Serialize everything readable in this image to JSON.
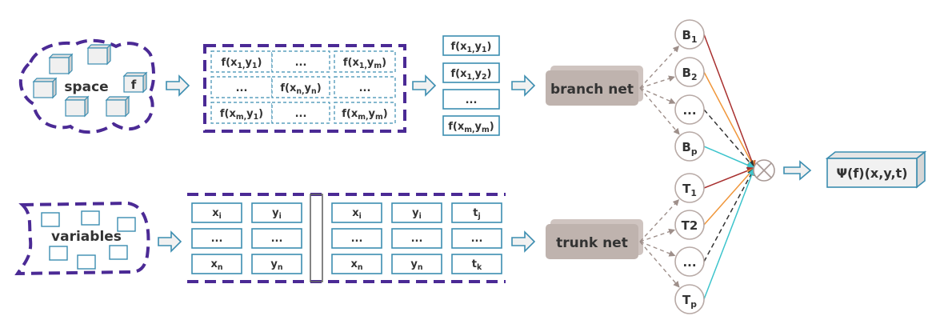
{
  "colors": {
    "cell_border": "#3b8db0",
    "dashed_frame": "#4b2a95",
    "net_fill": "#bfb3ae",
    "node_border": "#b8aaa6",
    "edge_red": "#a8302f",
    "edge_orange": "#f0963a",
    "edge_dark": "#333333",
    "edge_cyan": "#3cc4cc"
  },
  "space": {
    "label": "space",
    "f_label": "f"
  },
  "grid": {
    "rows": [
      [
        {
          "b": "f(x",
          "s1": "1,",
          "m": "y",
          "s2": "1",
          ")": ")"
        },
        {
          "b": "...",
          "s1": "",
          "m": "",
          "s2": "",
          ")": ""
        },
        {
          "b": "f(x",
          "s1": "1,",
          "m": "y",
          "s2": "m",
          ")": ")"
        }
      ],
      [
        {
          "b": "...",
          "s1": "",
          "m": "",
          "s2": "",
          ")": ""
        },
        {
          "b": "f(x",
          "s1": "n,",
          "m": "y",
          "s2": "n",
          ")": ")"
        },
        {
          "b": "...",
          "s1": "",
          "m": "",
          "s2": "",
          ")": ""
        }
      ],
      [
        {
          "b": "f(x",
          "s1": "m,",
          "m": "y",
          "s2": "1",
          ")": ")"
        },
        {
          "b": "...",
          "s1": "",
          "m": "",
          "s2": "",
          ")": ""
        },
        {
          "b": "f(x",
          "s1": "m,",
          "m": "y",
          "s2": "m",
          ")": ")"
        }
      ]
    ]
  },
  "vector": [
    {
      "b": "f(x",
      "s1": "1,",
      "m": "y",
      "s2": "1",
      ")": ")"
    },
    {
      "b": "f(x",
      "s1": "1,",
      "m": "y",
      "s2": "2",
      ")": ")"
    },
    {
      "b": "...",
      "s1": "",
      "m": "",
      "s2": "",
      ")": ""
    },
    {
      "b": "f(x",
      "s1": "m,",
      "m": "y",
      "s2": "m",
      ")": ")"
    }
  ],
  "branch_net": {
    "label": "branch net"
  },
  "trunk_net": {
    "label": "trunk net"
  },
  "branch_nodes": [
    {
      "b": "B",
      "s": "1"
    },
    {
      "b": "B",
      "s": "2"
    },
    {
      "b": "...",
      "s": ""
    },
    {
      "b": "B",
      "s": "p"
    }
  ],
  "trunk_nodes": [
    {
      "b": "T",
      "s": "1"
    },
    {
      "b": "T2",
      "s": ""
    },
    {
      "b": "...",
      "s": ""
    },
    {
      "b": "T",
      "s": "p"
    }
  ],
  "product_symbol": "⊗",
  "output": {
    "label": "Ψ(f)(x,y,t)"
  },
  "variables": {
    "label": "variables"
  },
  "table_left": {
    "rows": [
      [
        {
          "b": "x",
          "s": "i"
        },
        {
          "b": "y",
          "s": "i"
        }
      ],
      [
        {
          "b": "...",
          "s": ""
        },
        {
          "b": "...",
          "s": ""
        }
      ],
      [
        {
          "b": "x",
          "s": "n"
        },
        {
          "b": "y",
          "s": "n"
        }
      ]
    ]
  },
  "table_right": {
    "rows": [
      [
        {
          "b": "x",
          "s": "i"
        },
        {
          "b": "y",
          "s": "i"
        },
        {
          "b": "t",
          "s": "j"
        }
      ],
      [
        {
          "b": "...",
          "s": ""
        },
        {
          "b": "...",
          "s": ""
        },
        {
          "b": "...",
          "s": ""
        }
      ],
      [
        {
          "b": "x",
          "s": "n"
        },
        {
          "b": "y",
          "s": "n"
        },
        {
          "b": "t",
          "s": "k"
        }
      ]
    ]
  }
}
